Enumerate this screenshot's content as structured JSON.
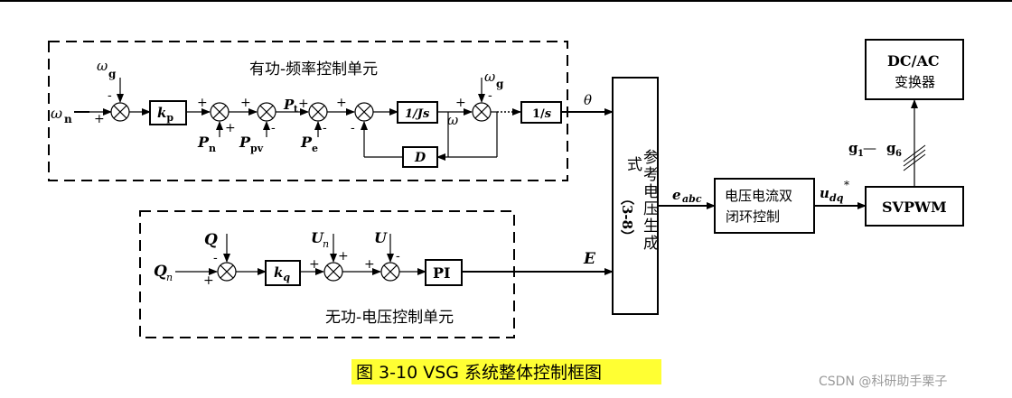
{
  "diagram": {
    "top_region_label": "有功-频率控制单元",
    "bottom_region_label": "无功-电压控制单元",
    "caption": "图 3-10 VSG 系统整体控制框图",
    "watermark": "CSDN @科研助手栗子",
    "blocks": {
      "kp": "kp",
      "inv_j": "1/Js",
      "integrator": "1/s",
      "damping": "D",
      "kq": "kq",
      "pi": "PI",
      "reference_title_cn": "参考电压生成",
      "reference_formula_prefix": "式",
      "reference_formula": "（3-8）",
      "current_control": "电压电流双闭环控制",
      "svpwm": "SVPWM",
      "dcac_line1": "DC/AC",
      "dcac_line2": "变换器"
    },
    "signals": {
      "omega_n": "ω",
      "omega_n_sub": "n",
      "omega_g": "ω",
      "omega_g_sub": "g",
      "omega_g2": "ω",
      "omega_g2_sub": "g",
      "omega_mid": "ω",
      "theta": "θ",
      "P_n": "P",
      "P_n_sub": "n",
      "P_pv": "P",
      "P_pv_sub": "pv",
      "P_t": "P",
      "P_t_sub": "t",
      "P_e": "P",
      "P_e_sub": "e",
      "Q": "Q",
      "Q_n": "Q",
      "Q_n_sub": "n",
      "U_n": "U",
      "U_n_sub": "n",
      "U": "U",
      "E": "E",
      "e_abc": "e",
      "e_abc_sub": "abc",
      "u_dq": "u",
      "u_dq_sub": "dq",
      "u_dq_sup": "*",
      "g1": "g",
      "g1_sub": "1",
      "g6": "g",
      "g6_sub": "6",
      "dash": "—"
    },
    "signs": {
      "plus": "+",
      "minus": "-"
    }
  },
  "colors": {
    "caption_highlight": "#ffff33",
    "line": "#000000",
    "watermark": "#9a9a9a"
  }
}
